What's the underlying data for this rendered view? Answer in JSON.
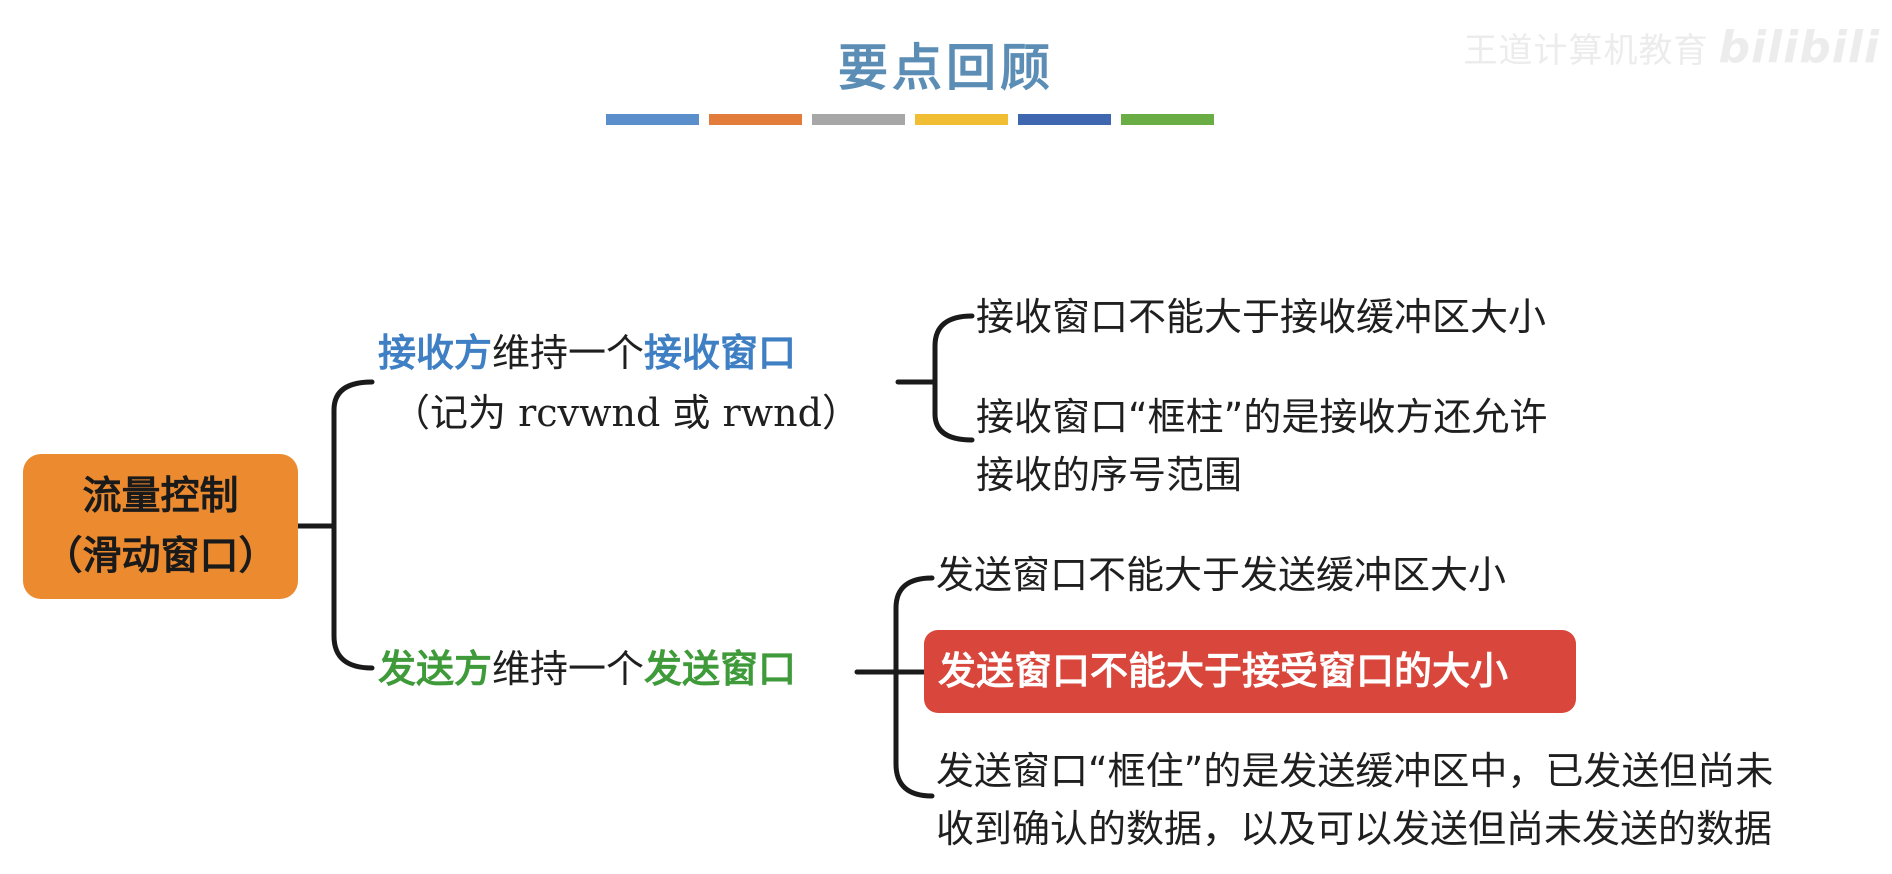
{
  "title": "要点回顾",
  "color_bars": [
    "#5b8fcc",
    "#e27c3a",
    "#a7a7a7",
    "#f0bd33",
    "#3f67b0",
    "#6aad45"
  ],
  "watermark": {
    "text": "王道计算机教育",
    "logo": "bilibili"
  },
  "root": {
    "line1": "流量控制",
    "line2": "（滑动窗口）"
  },
  "receiver": {
    "part1": "接收方",
    "part2": "维持一个",
    "part3": "接收窗口",
    "note": "（记为 rcvwnd 或 rwnd）",
    "children": [
      "接收窗口不能大于接收缓冲区大小",
      "接收窗口“框柱”的是接收方还允许",
      "接收的序号范围"
    ]
  },
  "sender": {
    "part1": "发送方",
    "part2": "维持一个",
    "part3": "发送窗口",
    "children": [
      "发送窗口不能大于发送缓冲区大小",
      "发送窗口不能大于接受窗口的大小",
      "发送窗口“框住”的是发送缓冲区中，已发送但尚未",
      "收到确认的数据，以及可以发送但尚未发送的数据"
    ]
  }
}
